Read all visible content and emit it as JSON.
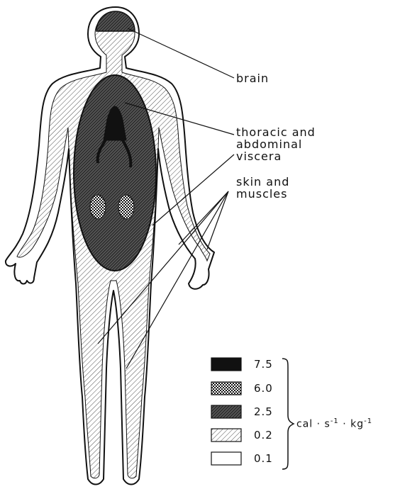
{
  "labels": {
    "brain": "brain",
    "viscera": [
      "thoracic and",
      "abdominal",
      "viscera"
    ],
    "skin_muscles": [
      "skin and",
      "muscles"
    ]
  },
  "legend": {
    "entries": [
      {
        "value": "7.5",
        "pattern": "solid-black"
      },
      {
        "value": "6.0",
        "pattern": "cross-hatch"
      },
      {
        "value": "2.5",
        "pattern": "dense-diagonal"
      },
      {
        "value": "0.2",
        "pattern": "light-diagonal"
      },
      {
        "value": "0.1",
        "pattern": "blank"
      }
    ],
    "unit": {
      "base": "cal · s",
      "exp1": "-1",
      "mid": " · kg",
      "exp2": "-1"
    }
  }
}
